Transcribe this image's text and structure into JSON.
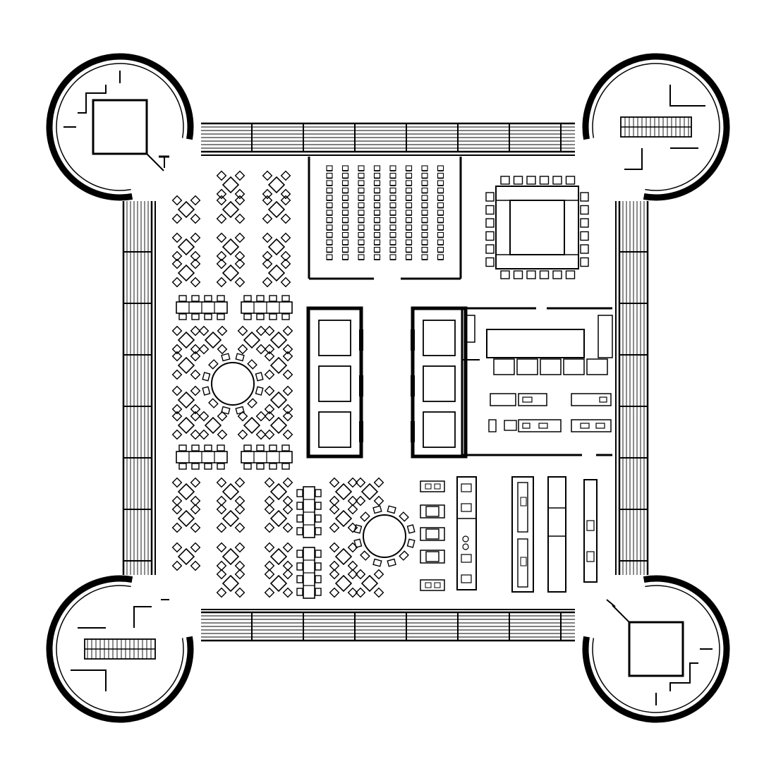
{
  "drawing": {
    "ink_color": "#000000",
    "paper_color": "#ffffff"
  },
  "plan": {
    "towers": [
      "north-west-tower",
      "north-east-tower",
      "south-west-tower",
      "south-east-tower"
    ],
    "tower_contents": {
      "north-west-tower": "elevator",
      "north-east-tower": "stair",
      "south-west-tower": "stair",
      "south-east-tower": "elevator"
    },
    "seating": {
      "small_table_chairs": 4,
      "long_table_seats_per_side": 4,
      "round_table_chairs": 12,
      "auditorium_columns": 8,
      "auditorium_rows": 13,
      "conference_chairs_per_side": 6
    }
  }
}
